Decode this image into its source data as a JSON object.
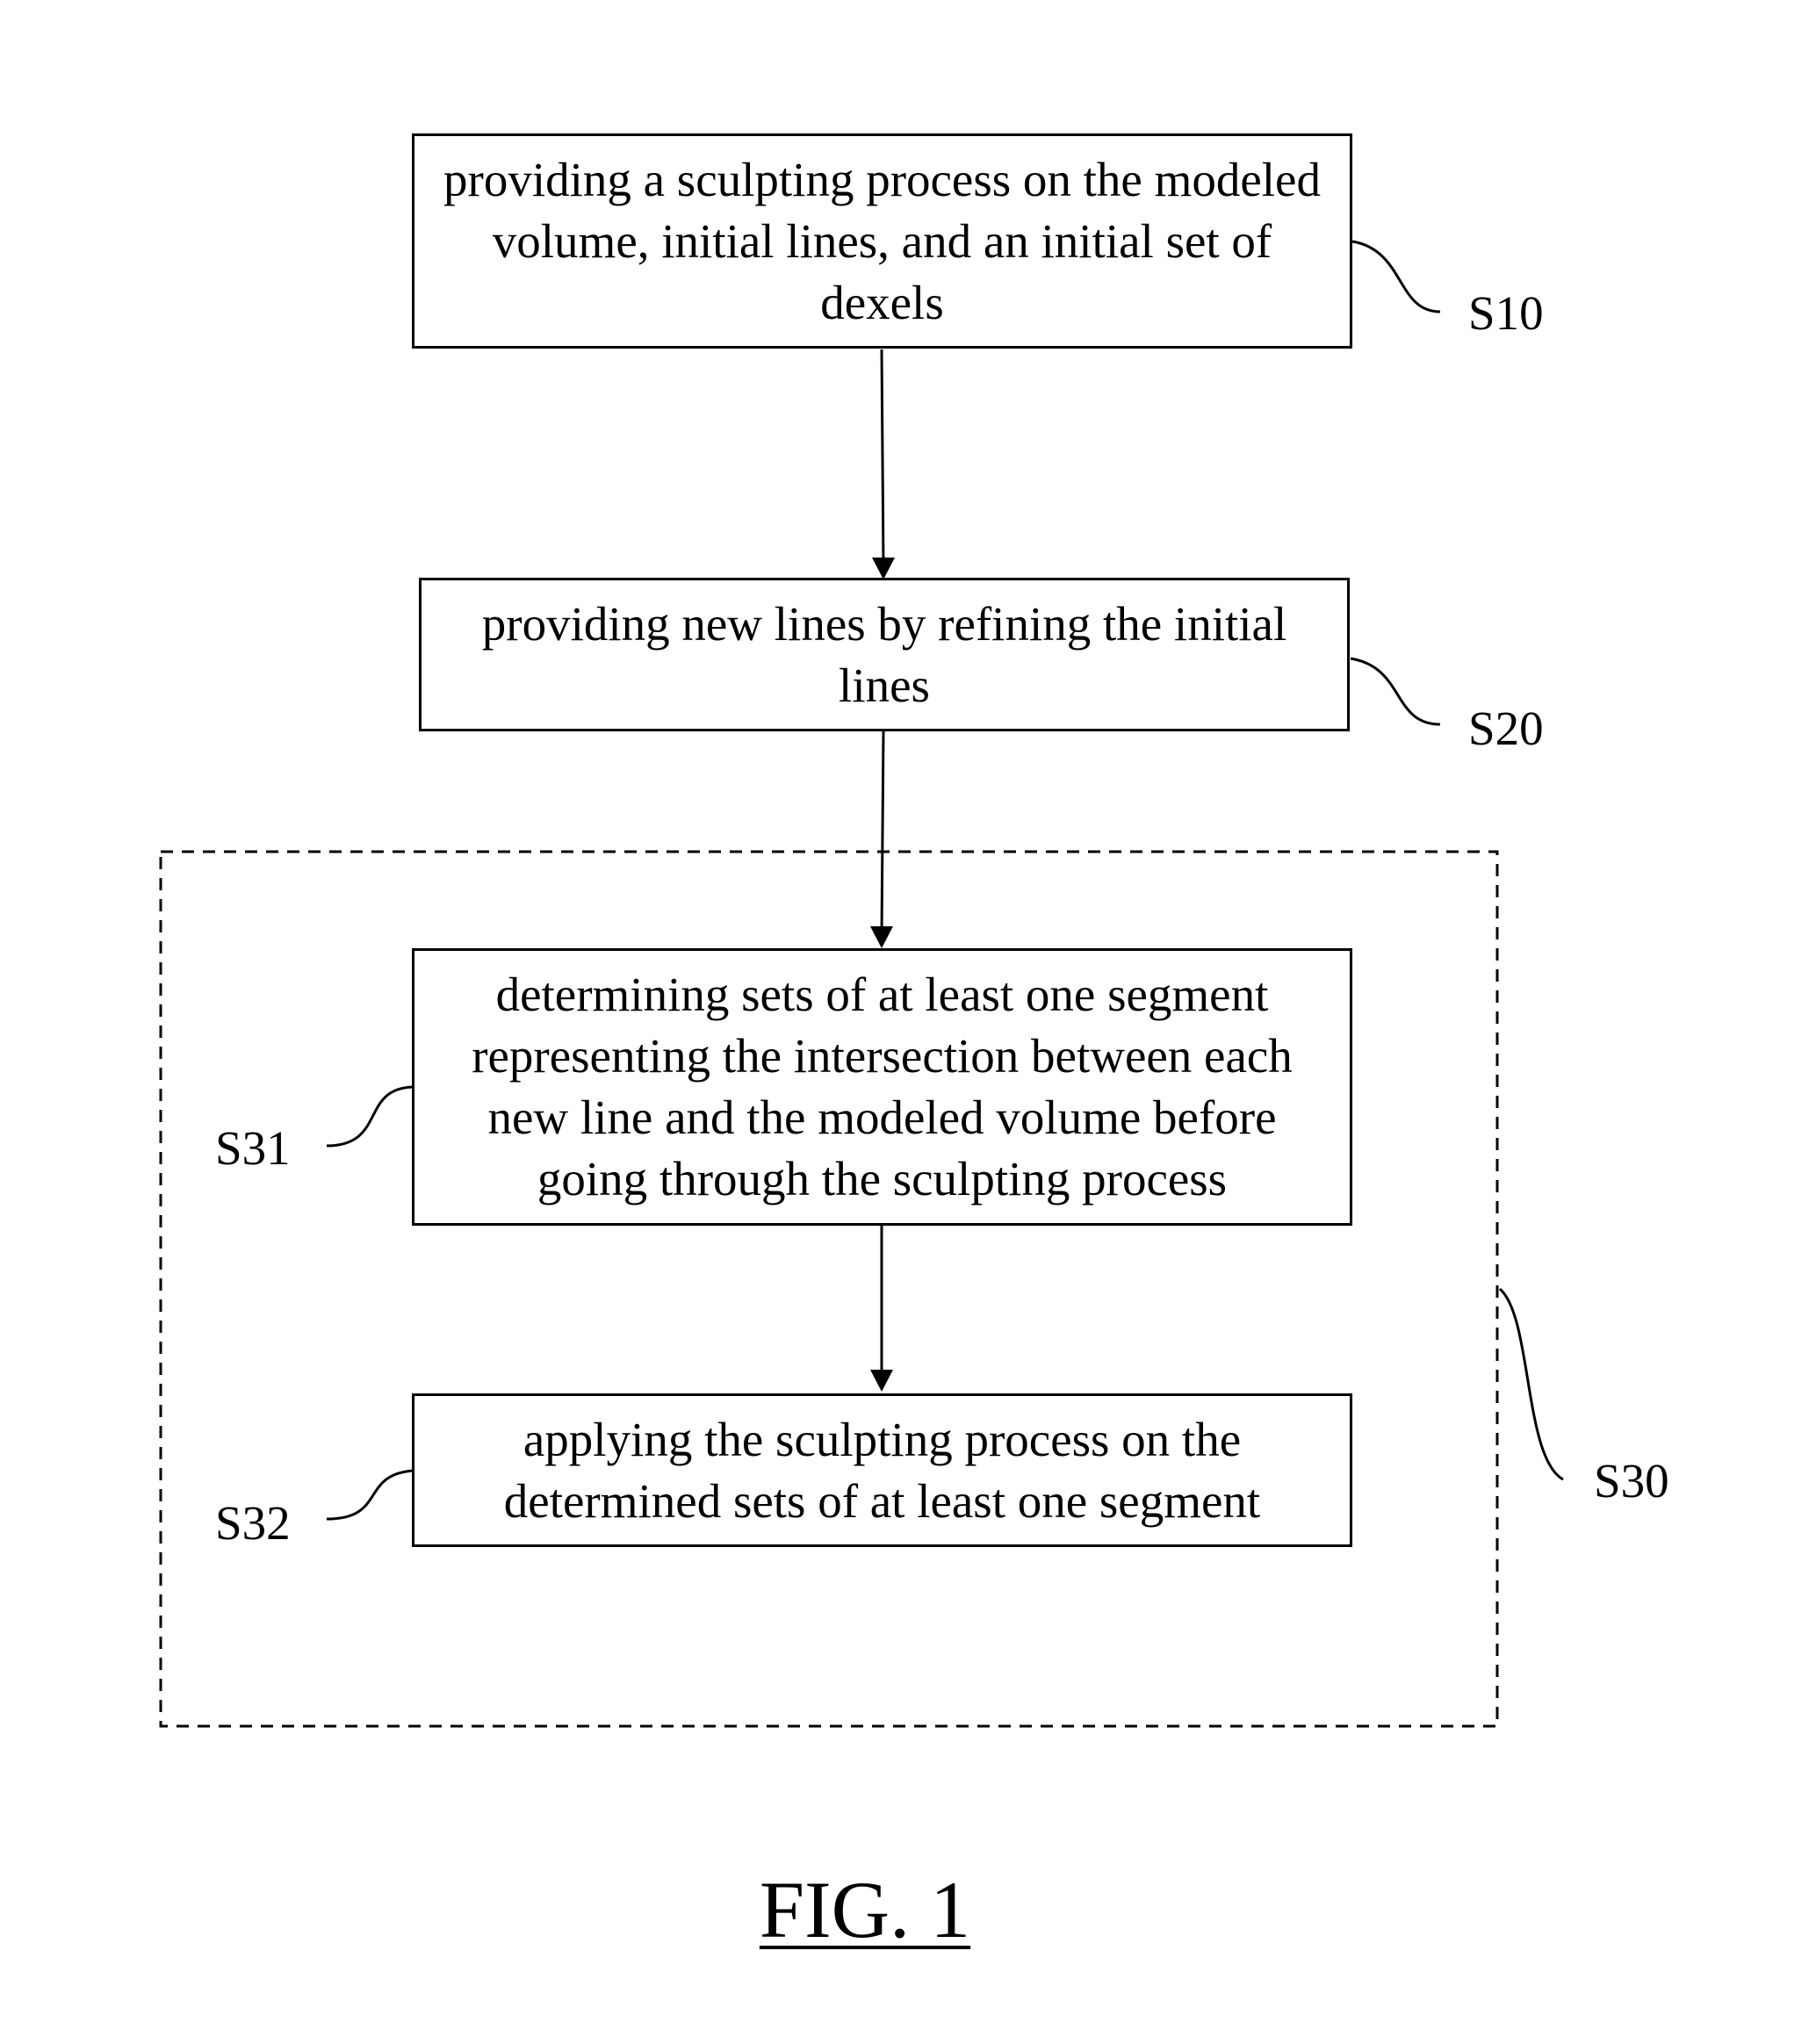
{
  "steps": {
    "s10": {
      "text": "providing a sculpting process on the modeled volume, initial lines, and an initial set of dexels",
      "ref": "S10"
    },
    "s20": {
      "text": "providing new lines by refining the initial lines",
      "ref": "S20"
    },
    "s31": {
      "text": "determining sets of at least one segment representing the intersection between each new line and the modeled volume before going through the sculpting process",
      "ref": "S31"
    },
    "s32": {
      "text": "applying the sculpting process on the determined sets of at least one segment",
      "ref": "S32"
    }
  },
  "group": {
    "ref": "S30"
  },
  "figure": {
    "caption": "FIG. 1"
  },
  "colors": {
    "stroke": "#000000",
    "background": "#ffffff"
  }
}
